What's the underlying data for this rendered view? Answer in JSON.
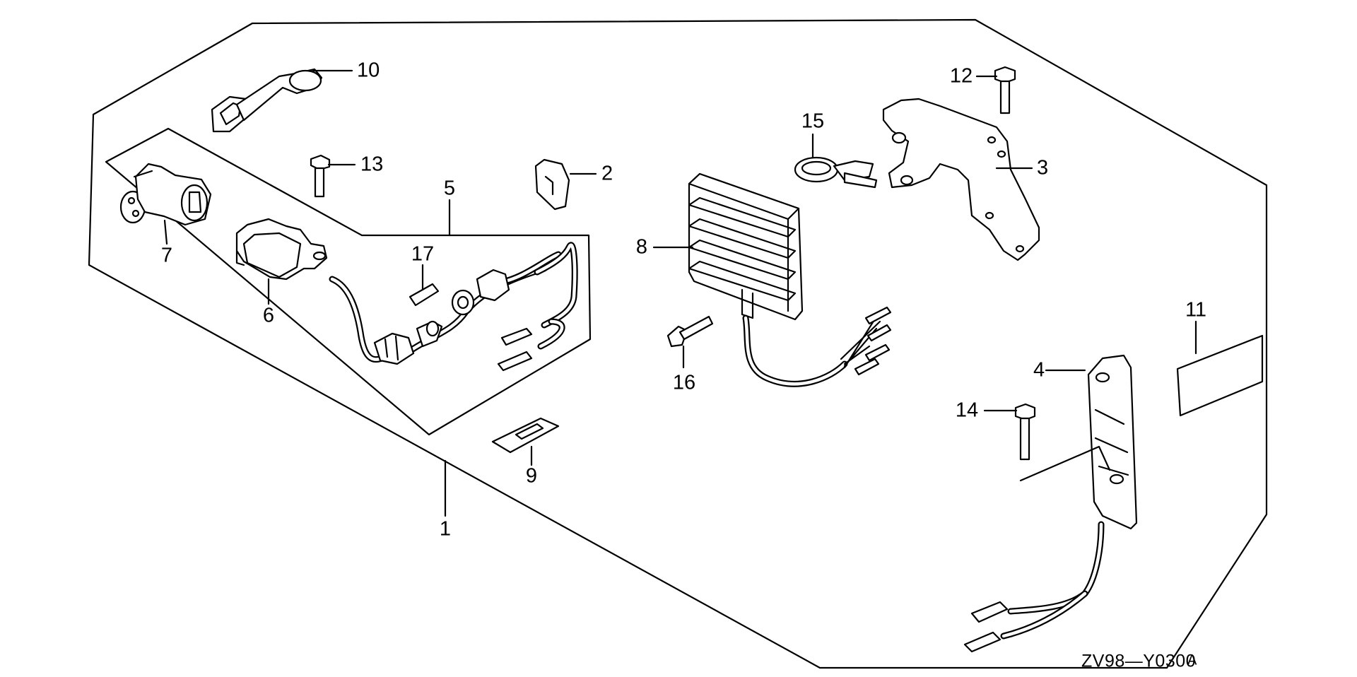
{
  "callouts": [
    {
      "id": "1",
      "text": "1"
    },
    {
      "id": "2",
      "text": "2"
    },
    {
      "id": "3",
      "text": "3"
    },
    {
      "id": "4",
      "text": "4"
    },
    {
      "id": "5",
      "text": "5"
    },
    {
      "id": "6",
      "text": "6"
    },
    {
      "id": "7",
      "text": "7"
    },
    {
      "id": "8",
      "text": "8"
    },
    {
      "id": "9",
      "text": "9"
    },
    {
      "id": "10",
      "text": "10"
    },
    {
      "id": "11",
      "text": "11"
    },
    {
      "id": "12",
      "text": "12"
    },
    {
      "id": "13",
      "text": "13"
    },
    {
      "id": "14",
      "text": "14"
    },
    {
      "id": "15",
      "text": "15"
    },
    {
      "id": "16",
      "text": "16"
    },
    {
      "id": "17",
      "text": "17"
    }
  ],
  "diagram_code": {
    "main": "ZV98—Y0300",
    "suffix": "A"
  }
}
